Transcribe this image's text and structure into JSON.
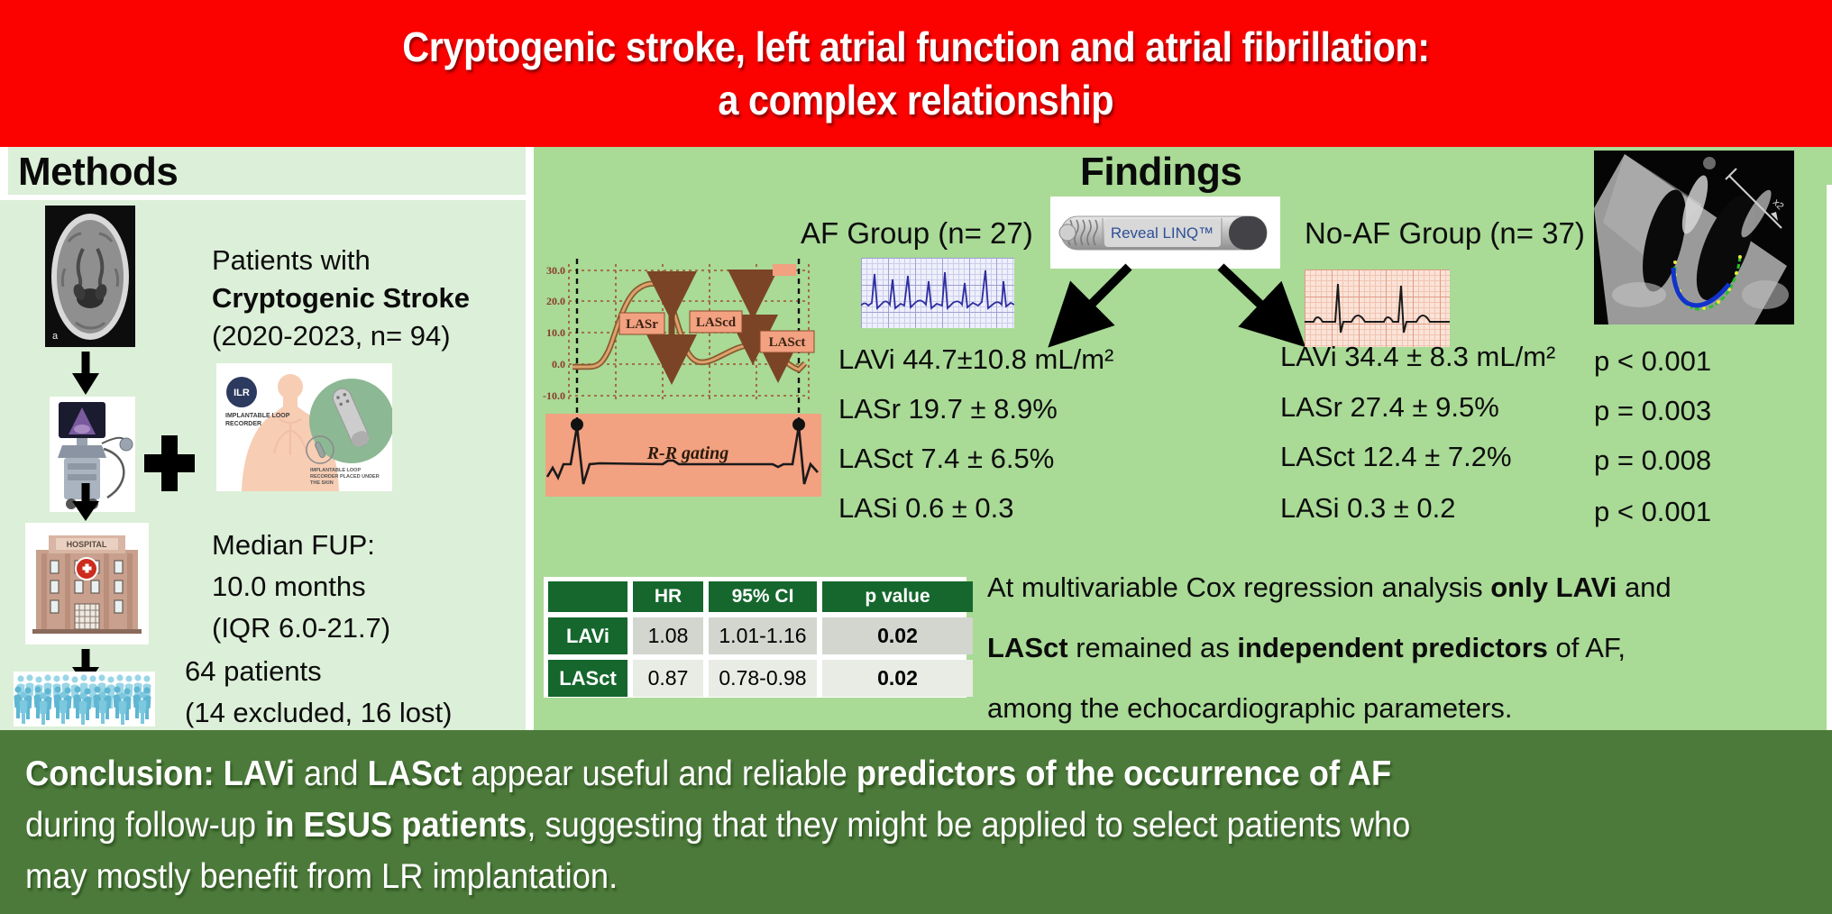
{
  "title": {
    "line1": "Cryptogenic stroke, left atrial function and atrial fibrillation:",
    "line2": "a complex relationship"
  },
  "colors": {
    "accent_red": "#fb0100",
    "methods_panel_green": "#dcefd8",
    "findings_panel_green": "#a9da96",
    "conclusion_banner_green": "#4c7a3a",
    "table_header_green": "#15672d"
  },
  "methods": {
    "heading": "Methods",
    "cohort_line1": "Patients with",
    "cohort_line2": "Cryptogenic Stroke",
    "cohort_line3": "(2020-2023, n= 94)",
    "fup_line1": "Median FUP:",
    "fup_line2": "10.0 months",
    "fup_line3": "(IQR 6.0-21.7)",
    "outcome_line1": "64 patients",
    "outcome_line2": "(14 excluded, 16 lost)",
    "ilr_badge": "ILR",
    "ilr_caption1": "IMPLANTABLE LOOP",
    "ilr_caption2": "RECORDER",
    "ilr_note1": "IMPLANTABLE LOOP",
    "ilr_note2": "RECORDER PLACED UNDER",
    "ilr_note3": "THE SKIN",
    "hospital_sign": "HOSPITAL"
  },
  "findings": {
    "heading": "Findings",
    "device_label": "Reveal LINQ™",
    "af_group": {
      "label": "AF Group (n= 27)",
      "values": [
        "LAVi 44.7±10.8 mL/m²",
        "LASr 19.7 ± 8.9%",
        "LASct 7.4 ± 6.5%",
        "LASi 0.6 ± 0.3"
      ]
    },
    "noaf_group": {
      "label": "No-AF Group  (n= 37)",
      "values": [
        "LAVi 34.4 ± 8.3 mL/m²",
        "LASr 27.4 ± 9.5%",
        "LASct 12.4 ± 7.2%",
        "LASi 0.3 ± 0.2"
      ]
    },
    "p_values": [
      "p < 0.001",
      "p = 0.003",
      "p = 0.008",
      "p < 0.001"
    ],
    "strain_diagram": {
      "y_ticks": [
        "30.0",
        "20.0",
        "10.0",
        "0.0",
        "-10.0"
      ],
      "label_lasr": "LASr",
      "label_lascd": "LAScd",
      "label_lasct": "LASct",
      "rr_label": "R-R gating"
    },
    "cox_table": {
      "headers": [
        "",
        "HR",
        "95% CI",
        "p value"
      ],
      "rows": [
        {
          "label": "LAVi",
          "hr": "1.08",
          "ci": "1.01-1.16",
          "p": "0.02"
        },
        {
          "label": "LASct",
          "hr": "0.87",
          "ci": "0.78-0.98",
          "p": "0.02"
        }
      ]
    },
    "cox_text": {
      "l1s1": "At multivariable Cox regression analysis ",
      "l1s2": "only LAVi",
      "l1s3": " and",
      "l2s1": "LASct",
      "l2s2": " remained as ",
      "l2s3": "independent predictors",
      "l2s4": " of AF,",
      "l3s1": "among the echocardiographic parameters."
    }
  },
  "conclusion": {
    "l1s1": "Conclusion: LAVi",
    "l1s2": " and ",
    "l1s3": "LASct",
    "l1s4": " appear useful and reliable ",
    "l1s5": "predictors of the occurrence of AF",
    "l2s1": "during follow-up ",
    "l2s2": "in ESUS patients",
    "l2s3": ", suggesting that they might be applied to select patients who",
    "l3s1": "may mostly benefit from LR implantation."
  }
}
